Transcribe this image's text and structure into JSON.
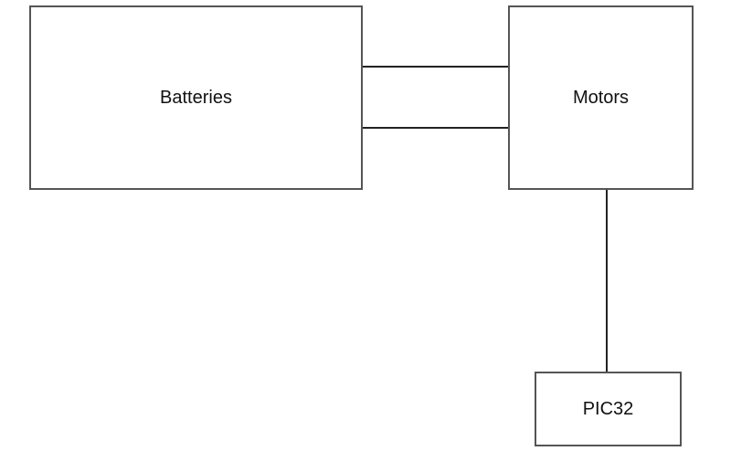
{
  "blocks": {
    "batteries": {
      "label": "Batteries"
    },
    "motors": {
      "label": "Motors"
    },
    "pic32": {
      "label": "PIC32"
    }
  }
}
